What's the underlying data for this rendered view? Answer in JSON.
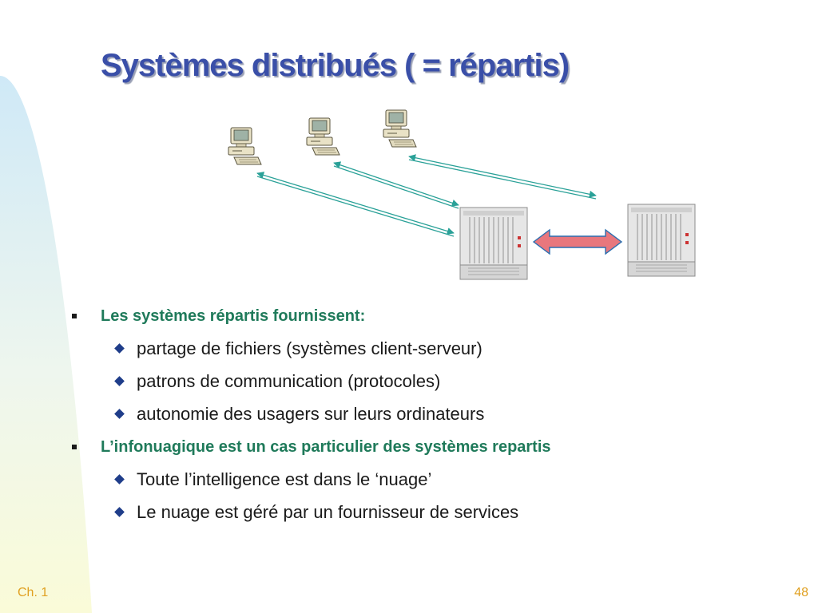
{
  "title": "Systèmes distribués ( = répartis)",
  "diagram": {
    "clients": [
      {
        "icon": "desktop-computer-icon"
      },
      {
        "icon": "desktop-computer-icon"
      },
      {
        "icon": "desktop-computer-icon"
      }
    ],
    "servers": [
      {
        "icon": "server-rack-icon"
      },
      {
        "icon": "server-rack-icon"
      }
    ],
    "link_color": "#2aa198",
    "server_link_color": "#e06a70"
  },
  "bullets": [
    {
      "level": 1,
      "text": "Les systèmes répartis fournissent:"
    },
    {
      "level": 2,
      "text": "partage de fichiers (systèmes client-serveur)"
    },
    {
      "level": 2,
      "text": "patrons de communication (protocoles)"
    },
    {
      "level": 2,
      "text": "autonomie des usagers sur leurs ordinateurs"
    },
    {
      "level": 1,
      "text": "L’infonuagique est un cas particulier des systèmes repartis"
    },
    {
      "level": 2,
      "text": "Toute l’intelligence est dans le ‘nuage’"
    },
    {
      "level": 2,
      "text": "Le nuage est géré par un fournisseur de services"
    }
  ],
  "footer": {
    "left": "Ch. 1",
    "right": "48"
  },
  "colors": {
    "title": "#3a4fa8",
    "level1": "#1f7a5a",
    "level2": "#1a1a1a",
    "footer": "#e0a020",
    "decor_top": "#cfe9f7",
    "decor_bottom": "#fafbd8"
  }
}
